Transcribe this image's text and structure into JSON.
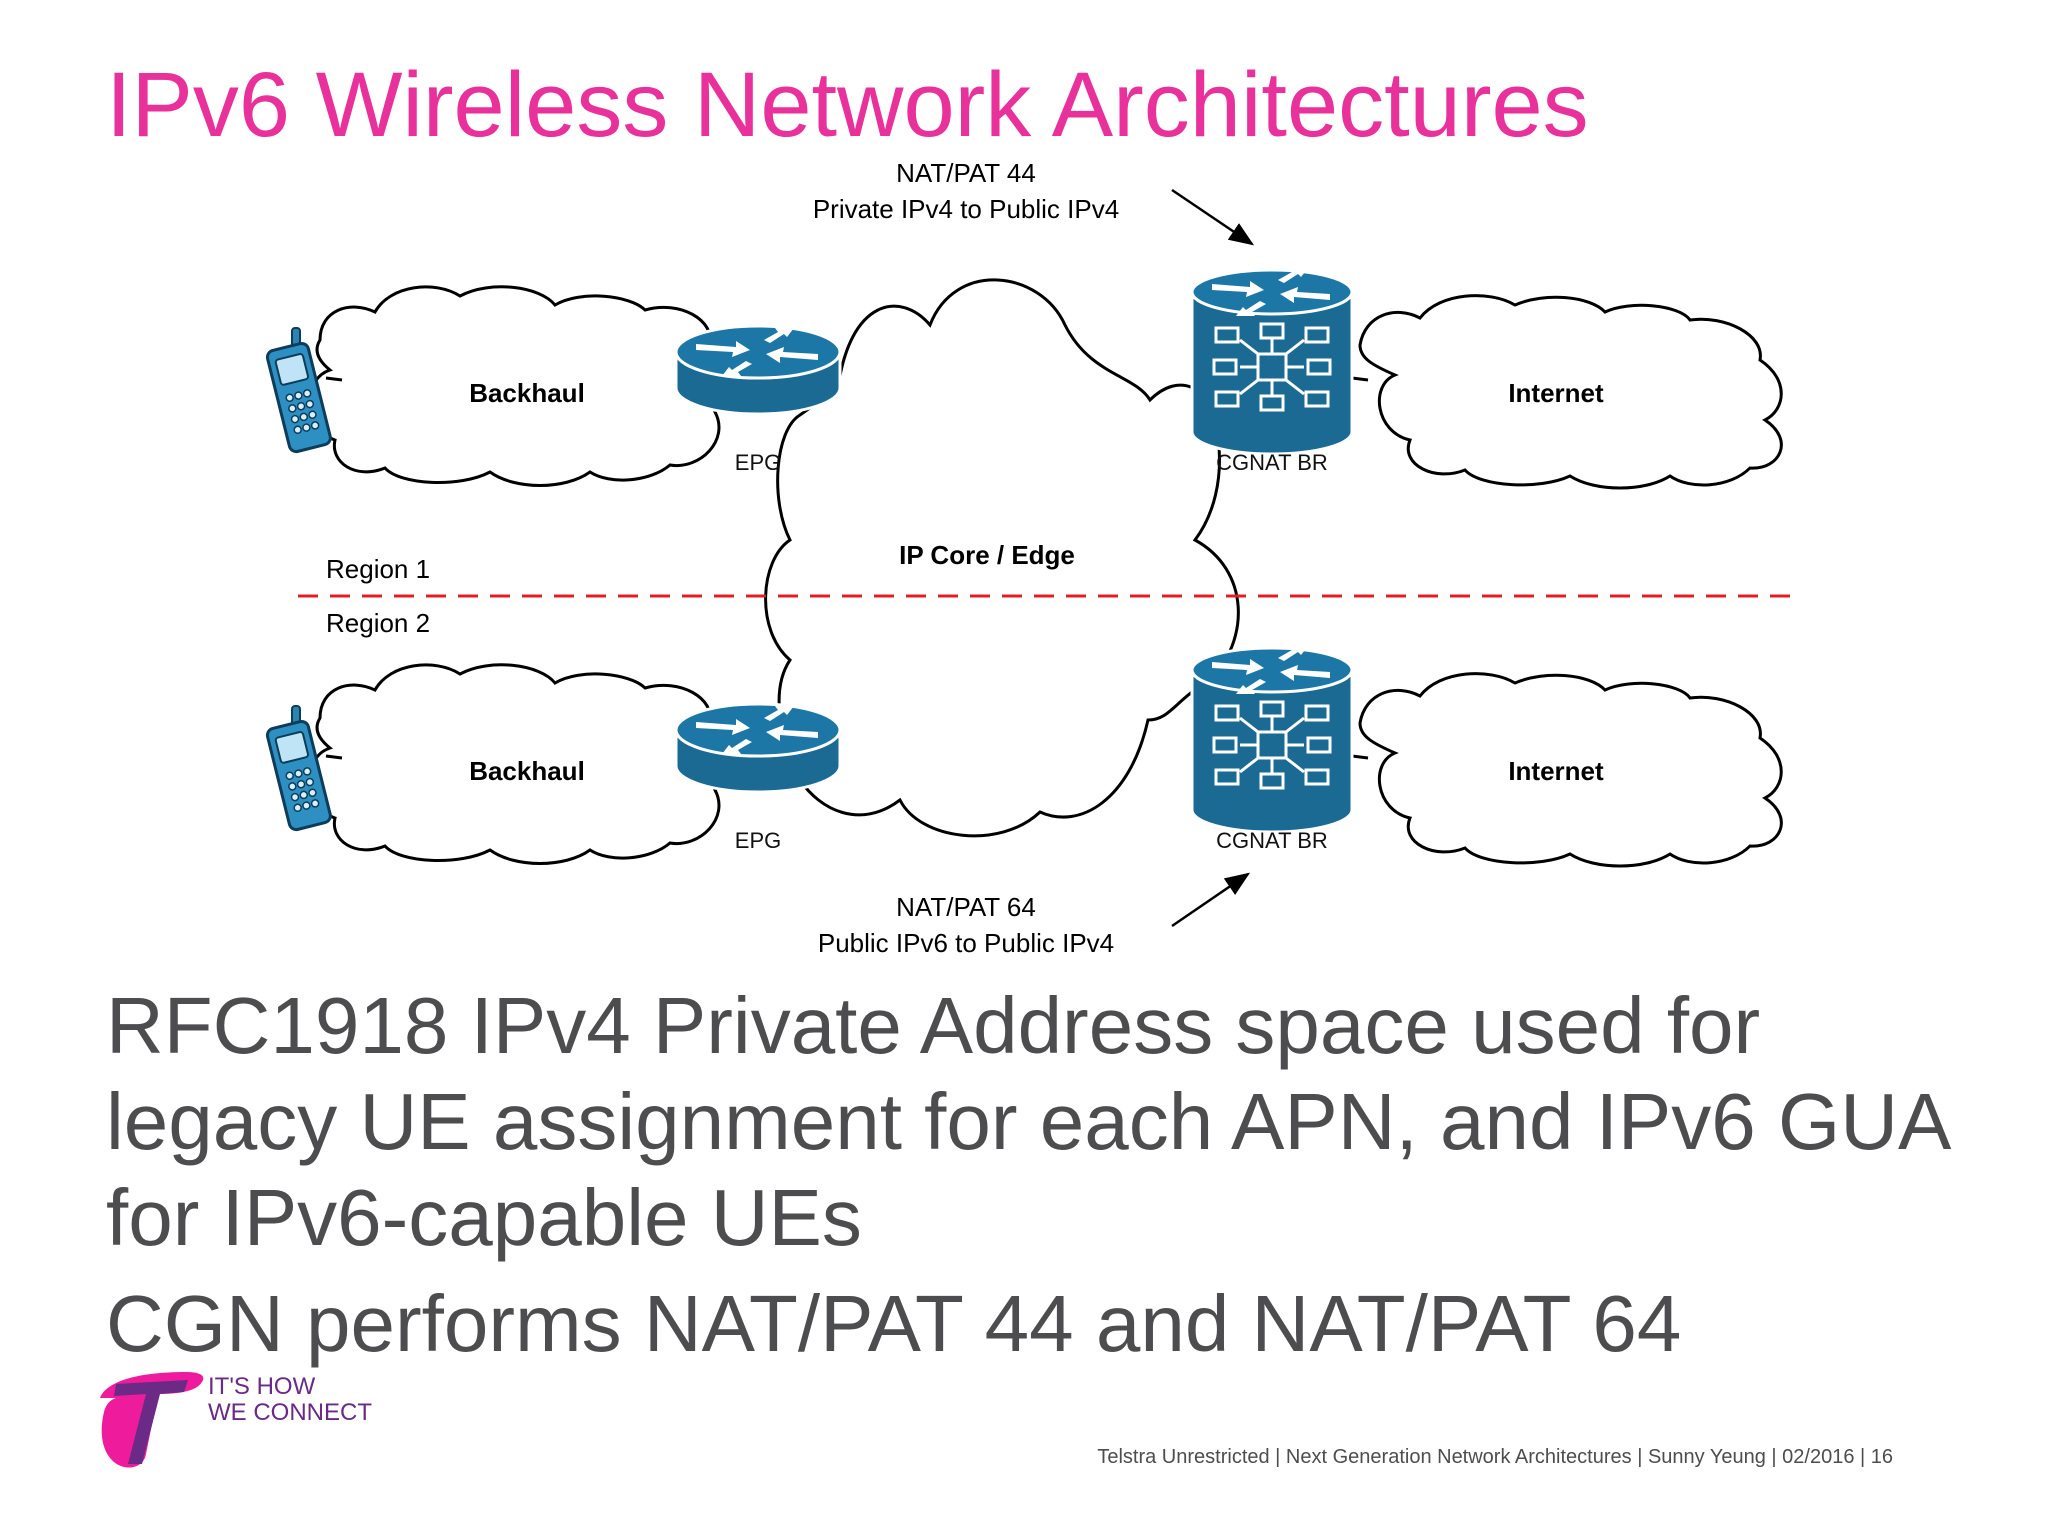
{
  "title": "IPv6 Wireless Network Architectures",
  "diagram": {
    "nat44": {
      "line1": "NAT/PAT 44",
      "line2": "Private IPv4 to Public IPv4"
    },
    "nat64": {
      "line1": "NAT/PAT 64",
      "line2": "Public IPv6 to Public IPv4"
    },
    "backhaul_top": "Backhaul",
    "backhaul_bottom": "Backhaul",
    "internet_top": "Internet",
    "internet_bottom": "Internet",
    "ip_core": "IP Core / Edge",
    "epg_top": "EPG",
    "epg_bottom": "EPG",
    "cgnat_top": "CGNAT BR",
    "cgnat_bottom": "CGNAT BR",
    "region1": "Region 1",
    "region2": "Region 2",
    "region_divider_color": "#e02020",
    "router_color": "#1a6a94"
  },
  "body": {
    "para1": "RFC1918 IPv4 Private Address space used for legacy UE assignment for each APN, and IPv6 GUA for IPv6-capable UEs",
    "para2": "CGN performs NAT/PAT 44 and NAT/PAT 64"
  },
  "logo": {
    "tagline1": "IT'S HOW",
    "tagline2": "WE CONNECT",
    "color": "#ee1c9c"
  },
  "footer": "Telstra Unrestricted | Next Generation Network Architectures | Sunny Yeung | 02/2016 | 16",
  "colors": {
    "title": "#e8319a",
    "text": "#4d4d4f"
  }
}
